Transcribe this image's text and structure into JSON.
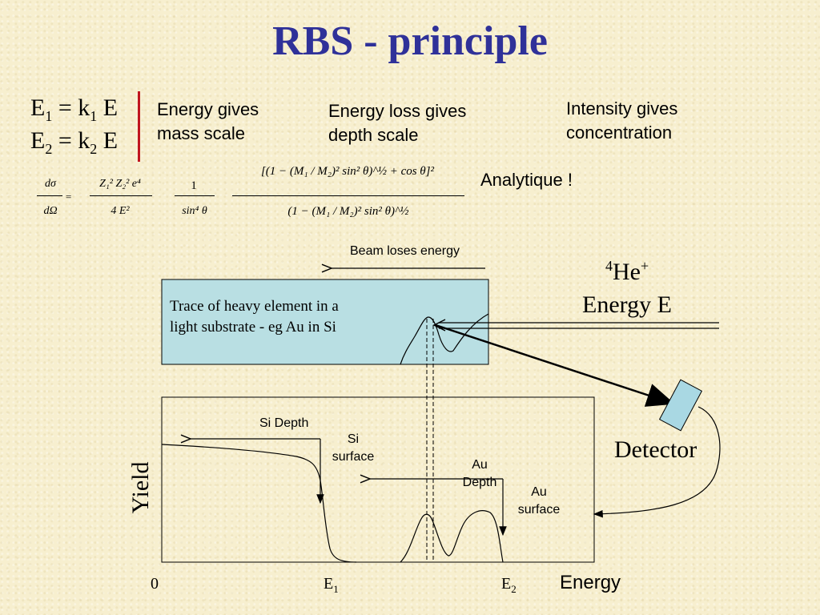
{
  "title": "RBS - principle",
  "equations": {
    "e1": {
      "lhs": "E",
      "lhs_sub": "1",
      "eq": " = k",
      "k_sub": "1",
      "rhs": " E"
    },
    "e2": {
      "lhs": "E",
      "lhs_sub": "2",
      "eq": " = k",
      "k_sub": "2",
      "rhs": " E"
    }
  },
  "captions": {
    "mass": [
      "Energy gives",
      "mass scale"
    ],
    "depth": [
      "Energy loss gives",
      "depth scale"
    ],
    "concentration": [
      "Intensity gives",
      "concentration"
    ]
  },
  "formula": {
    "lhs_num": "dσ",
    "lhs_den": "dΩ",
    "equals": "=",
    "f1_num": "Z₁² Z₂² e⁴",
    "f1_den": "4 E²",
    "f2_num": "1",
    "f2_den": "sin⁴ θ",
    "f3_num": "[(1 − (M₁ / M₂)² sin² θ)^½ + cos θ]²",
    "f3_den": "(1 − (M₁ / M₂)² sin² θ)^½"
  },
  "analytique": "Analytique !",
  "beam_label": "Beam loses energy",
  "ion": {
    "mass": "4",
    "symbol": "He",
    "charge": "+",
    "energy_label": "Energy E"
  },
  "sample_text": [
    "Trace of heavy element in a",
    "light substrate - eg Au in Si"
  ],
  "detector_label": "Detector",
  "spectrum": {
    "ylabel": "Yield",
    "xlabel": "Energy",
    "ticks": {
      "zero": "0",
      "e1": "E",
      "e1_sub": "1",
      "e2": "E",
      "e2_sub": "2"
    },
    "labels": {
      "si_depth": "Si Depth",
      "si_surface": [
        "Si",
        "surface"
      ],
      "au_depth": [
        "Au",
        "Depth"
      ],
      "au_surface": [
        "Au",
        "surface"
      ]
    }
  },
  "colors": {
    "title": "#2f3199",
    "sample_fill": "#b9dfe3",
    "detector_fill": "#a9d8e3",
    "bracket": "#c0151f",
    "background": "#f7efcf"
  }
}
